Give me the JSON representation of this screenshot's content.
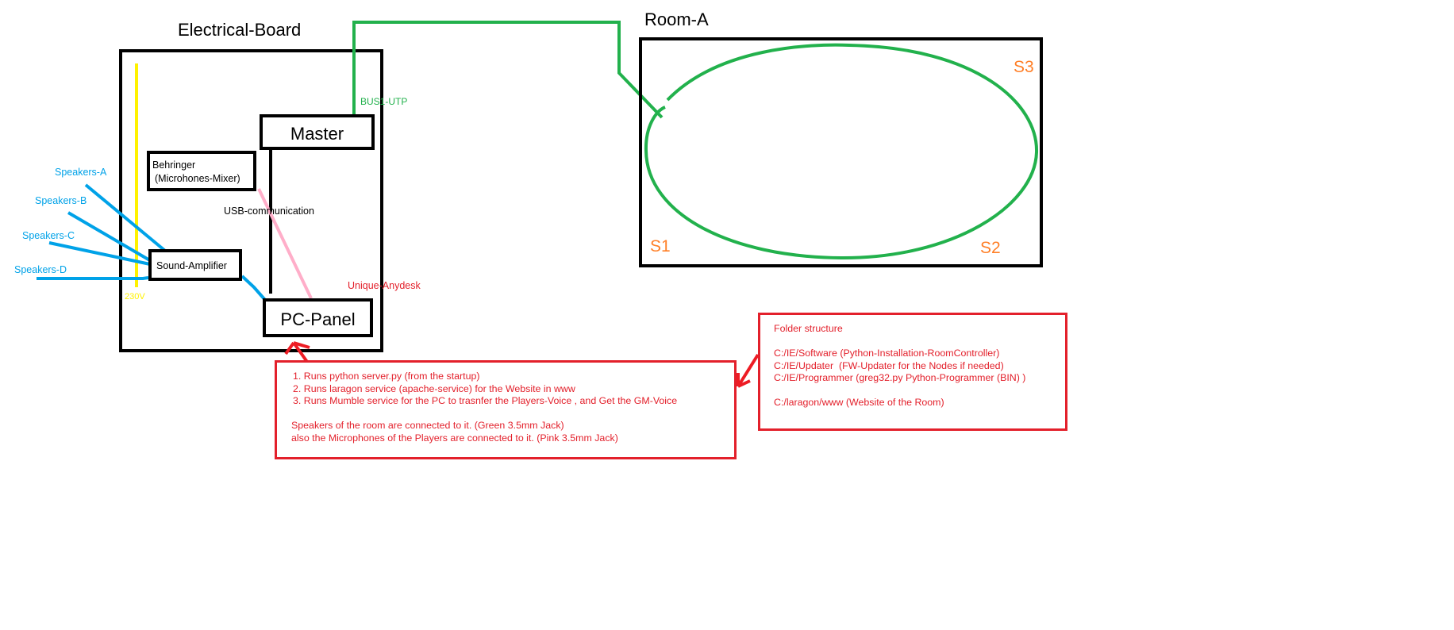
{
  "colors": {
    "black": "#000000",
    "green": "#22b14c",
    "blue": "#00a2e8",
    "red": "#ed1c24",
    "pink": "#ffaec9",
    "yellow": "#fff200",
    "orange": "#ff7f27"
  },
  "electrical_board": {
    "title": "Electrical-Board",
    "voltage": "230V",
    "master": "Master",
    "pc_panel": "PC-Panel",
    "behringer_line1": "Behringer",
    "behringer_line2": "(Microhones-Mixer)",
    "amplifier": "Sound-Amplifier",
    "usb_label": "USB-communication",
    "bus_label": "BUS1-UTP",
    "anydesk_label": "Unique-Anydesk"
  },
  "speakers": [
    "Speakers-A",
    "Speakers-B",
    "Speakers-C",
    "Speakers-D"
  ],
  "room": {
    "title": "Room-A",
    "s1": "S1",
    "s2": "S2",
    "s3": "S3"
  },
  "pc_notes": [
    "1. Runs python server.py (from the startup)",
    "2. Runs laragon service (apache-service) for the Website in www",
    "3. Runs Mumble service for the PC to trasnfer the Players-Voice , and Get the GM-Voice",
    "",
    "Speakers of the room are connected to it. (Green 3.5mm Jack)",
    "also the Microphones of the Players are connected to it. (Pink 3.5mm Jack)"
  ],
  "folder_notes": [
    "Folder structure",
    "",
    "C:/IE/Software (Python-Installation-RoomController)",
    "C:/IE/Updater  (FW-Updater for the Nodes if needed)",
    "C:/IE/Programmer (greg32.py Python-Programmer (BIN) )",
    "",
    "C:/laragon/www (Website of the Room)"
  ]
}
